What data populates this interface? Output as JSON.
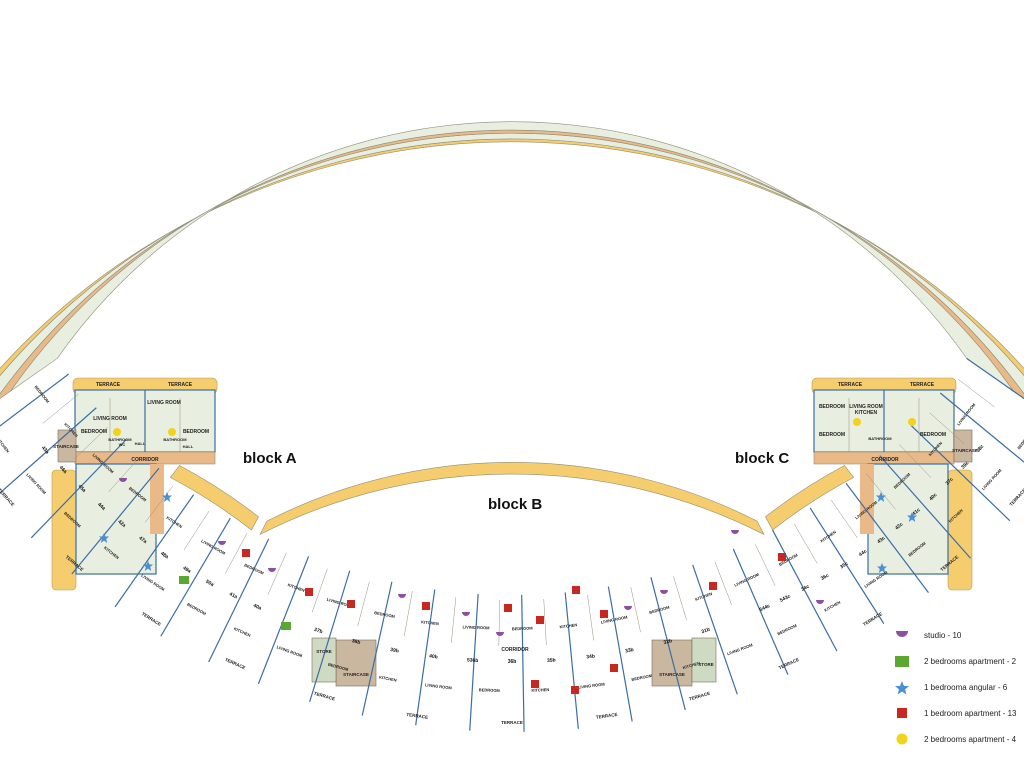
{
  "blocks": {
    "a": "block A",
    "b": "block B",
    "c": "block C"
  },
  "labels": {
    "terrace": "TERRACE",
    "corridor": "CORRIDOR",
    "staircase": "STAIRCASE",
    "store": "STORE",
    "bedroom": "BEDROOM",
    "living_room": "LIVING ROOM",
    "kitchen": "KITCHEN",
    "bathroom": "BATHROOM",
    "wc": "WC",
    "hall": "HALL"
  },
  "units": {
    "a": [
      "40a",
      "41a",
      "50a",
      "49a",
      "48a",
      "47a",
      "42a",
      "44a",
      "45a",
      "46a",
      "43a"
    ],
    "b": [
      "31b",
      "32b",
      "33b",
      "34b",
      "35b",
      "36b",
      "536b",
      "40b",
      "39b",
      "38b",
      "37b"
    ],
    "c": [
      "38c",
      "39c",
      "37c",
      "40c",
      "41c",
      "42c",
      "43c",
      "44c",
      "35c",
      "36c",
      "34c",
      "543c",
      "544c"
    ]
  },
  "legend": [
    {
      "icon": "purple-semicircle-icon",
      "color": "#8e4fa0",
      "label": "studio - 10"
    },
    {
      "icon": "green-rectangle-icon",
      "color": "#5aa832",
      "label": "2 bedrooms apartment - 2"
    },
    {
      "icon": "blue-star-icon",
      "color": "#4a8ed6",
      "label": "1 bedrooma angular - 6"
    },
    {
      "icon": "red-square-icon",
      "color": "#c7281f",
      "label": "1 bedroom apartment - 13"
    },
    {
      "icon": "yellow-circle-icon",
      "color": "#f2d21b",
      "label": "2 bedrooms apartment - 4"
    }
  ],
  "colors": {
    "terrace": "#f6cd6e",
    "corridor": "#e9b987",
    "room": "#e8efe0",
    "wall": "#3a6ea5",
    "stair": "#c9b7a0"
  }
}
